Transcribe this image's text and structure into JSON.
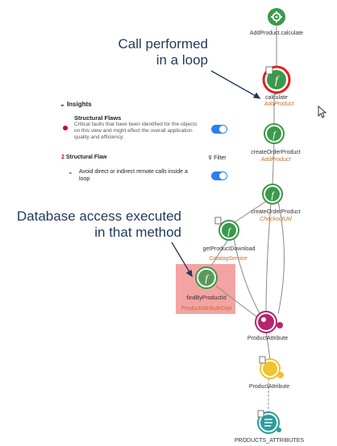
{
  "callouts": {
    "top_line1": "Call performed",
    "top_line2": "in a loop",
    "mid_line1": "Database access executed",
    "mid_line2": "in that method"
  },
  "insights_panel": {
    "header": "Insights",
    "section_title": "Structural Flaws",
    "section_desc_line1": "Critical faults that have been identified for the objects",
    "section_desc_line2": "on this view and might effect the overall application",
    "section_desc_line3": "quality and efficiency.",
    "flaw_count": "2",
    "flaw_label": "Structural Flaw",
    "filter_label": "Filter",
    "rule_line1": "Avoid direct or indirect remote calls inside a",
    "rule_line2": "loop"
  },
  "graph": {
    "nodes": [
      {
        "label": "AddProduct.calculate",
        "sub": ""
      },
      {
        "label": "calculate",
        "sub": "AddProduct"
      },
      {
        "label": "createOrderProduct",
        "sub": "AddProduct"
      },
      {
        "label": "createOrderProduct",
        "sub": "CheckoutUtil"
      },
      {
        "label": "getProductDownload",
        "sub": "CatalogService"
      },
      {
        "label": "findByProductId",
        "sub": "ProductAttributeDao"
      },
      {
        "label": "ProductAttribute",
        "sub": ""
      },
      {
        "label": "ProductAttribute",
        "sub": ""
      },
      {
        "label": "PRODUCTS_ATTRIBUTES",
        "sub": ""
      }
    ],
    "colors": {
      "green": "#3a9a4a",
      "red_ring": "#e02020",
      "highlight": "#f4a3a3",
      "magenta": "#b5256f",
      "yellow": "#f2c230",
      "teal": "#2a9d9a",
      "toggle": "#2f80ed",
      "callout_text": "#1f3a5a"
    }
  }
}
